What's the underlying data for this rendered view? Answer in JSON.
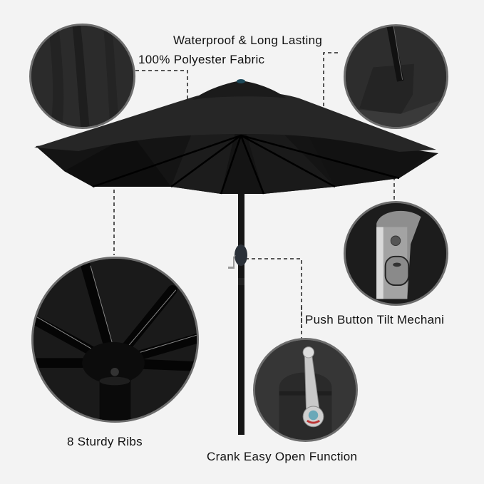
{
  "product": {
    "name": "Patio Umbrella",
    "canopy_color": "#1f1f1f",
    "pole_color": "#151515",
    "background": "#f3f3f3"
  },
  "features": [
    {
      "id": "waterproof",
      "label": "Waterproof & Long Lasting",
      "inset": "tilt-pole-closeup"
    },
    {
      "id": "fabric",
      "label": "100% Polyester Fabric",
      "inset": "fabric-closeup"
    },
    {
      "id": "tilt",
      "label": "Push Button Tilt Mechani",
      "inset": "tilt-button-closeup"
    },
    {
      "id": "ribs",
      "label": "8 Sturdy Ribs",
      "inset": "ribs-hub-closeup"
    },
    {
      "id": "crank",
      "label": "Crank Easy Open Function",
      "inset": "crank-closeup"
    }
  ],
  "icons": {
    "connector": "dashed-leader-line"
  }
}
